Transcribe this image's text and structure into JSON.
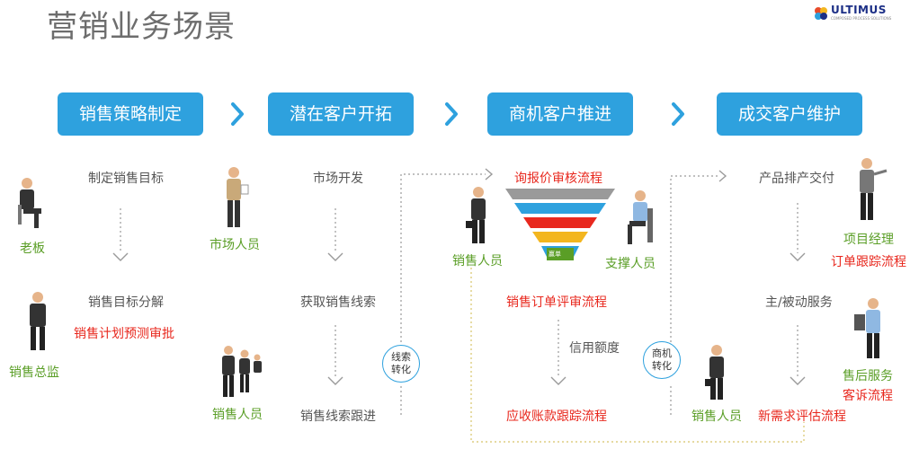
{
  "title": "营销业务场景",
  "logo": {
    "name": "ULTIMUS",
    "tagline": "COMPOSED PROCESS SOLUTIONS"
  },
  "stages": [
    "销售策略制定",
    "潜在客户开拓",
    "商机客户推进",
    "成交客户维护"
  ],
  "col1": {
    "step1": "制定销售目标",
    "step2": "销售目标分解",
    "process": "销售计划预测审批",
    "role_top": "老板",
    "role_bottom": "销售总监"
  },
  "col2": {
    "step1": "市场开发",
    "step2": "获取销售线索",
    "step3": "销售线索跟进",
    "role_top": "市场人员",
    "role_bottom": "销售人员",
    "conversion": "线索转化"
  },
  "col3": {
    "process1": "询报价审核流程",
    "funnel_label": "赢单",
    "role_left": "销售人员",
    "role_right": "支撑人员",
    "process2": "销售订单评审流程",
    "step": "信用额度",
    "process3": "应收账款跟踪流程",
    "conversion": "商机转化"
  },
  "col4": {
    "step1": "产品排产交付",
    "step2": "主/被动服务",
    "role_top": "项目经理",
    "process1": "订单跟踪流程",
    "role_service": "售后服务",
    "process2": "客诉流程",
    "process3": "新需求评估流程",
    "role_sales": "销售人员"
  },
  "colors": {
    "accent": "#2ea1de",
    "role": "#5a9e26",
    "process": "#e8281e"
  }
}
